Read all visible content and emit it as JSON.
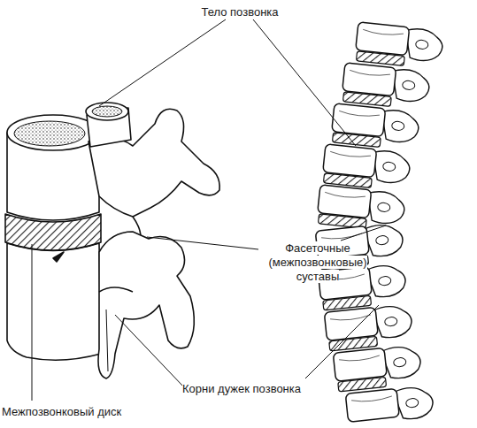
{
  "diagram": {
    "labels": [
      "Тело позвонка",
      "Фасеточные (межпозвонковые) суставы",
      "Корни дужек позвонка",
      "Межпозвонковый диск"
    ]
  }
}
